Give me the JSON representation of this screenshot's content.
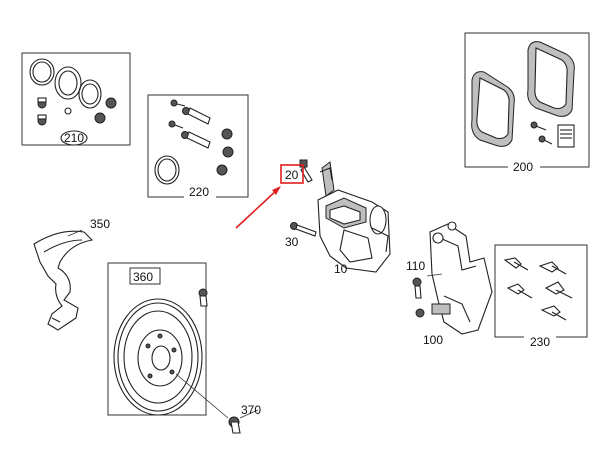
{
  "callouts": {
    "c210": "210",
    "c220": "220",
    "c200": "200",
    "c20": "20",
    "c30": "30",
    "c10": "10",
    "c350": "350",
    "c360": "360",
    "c370": "370",
    "c110": "110",
    "c100": "100",
    "c230": "230"
  },
  "colors": {
    "highlight": "#e02020",
    "line": "#222222"
  },
  "highlighted_callout": "20"
}
